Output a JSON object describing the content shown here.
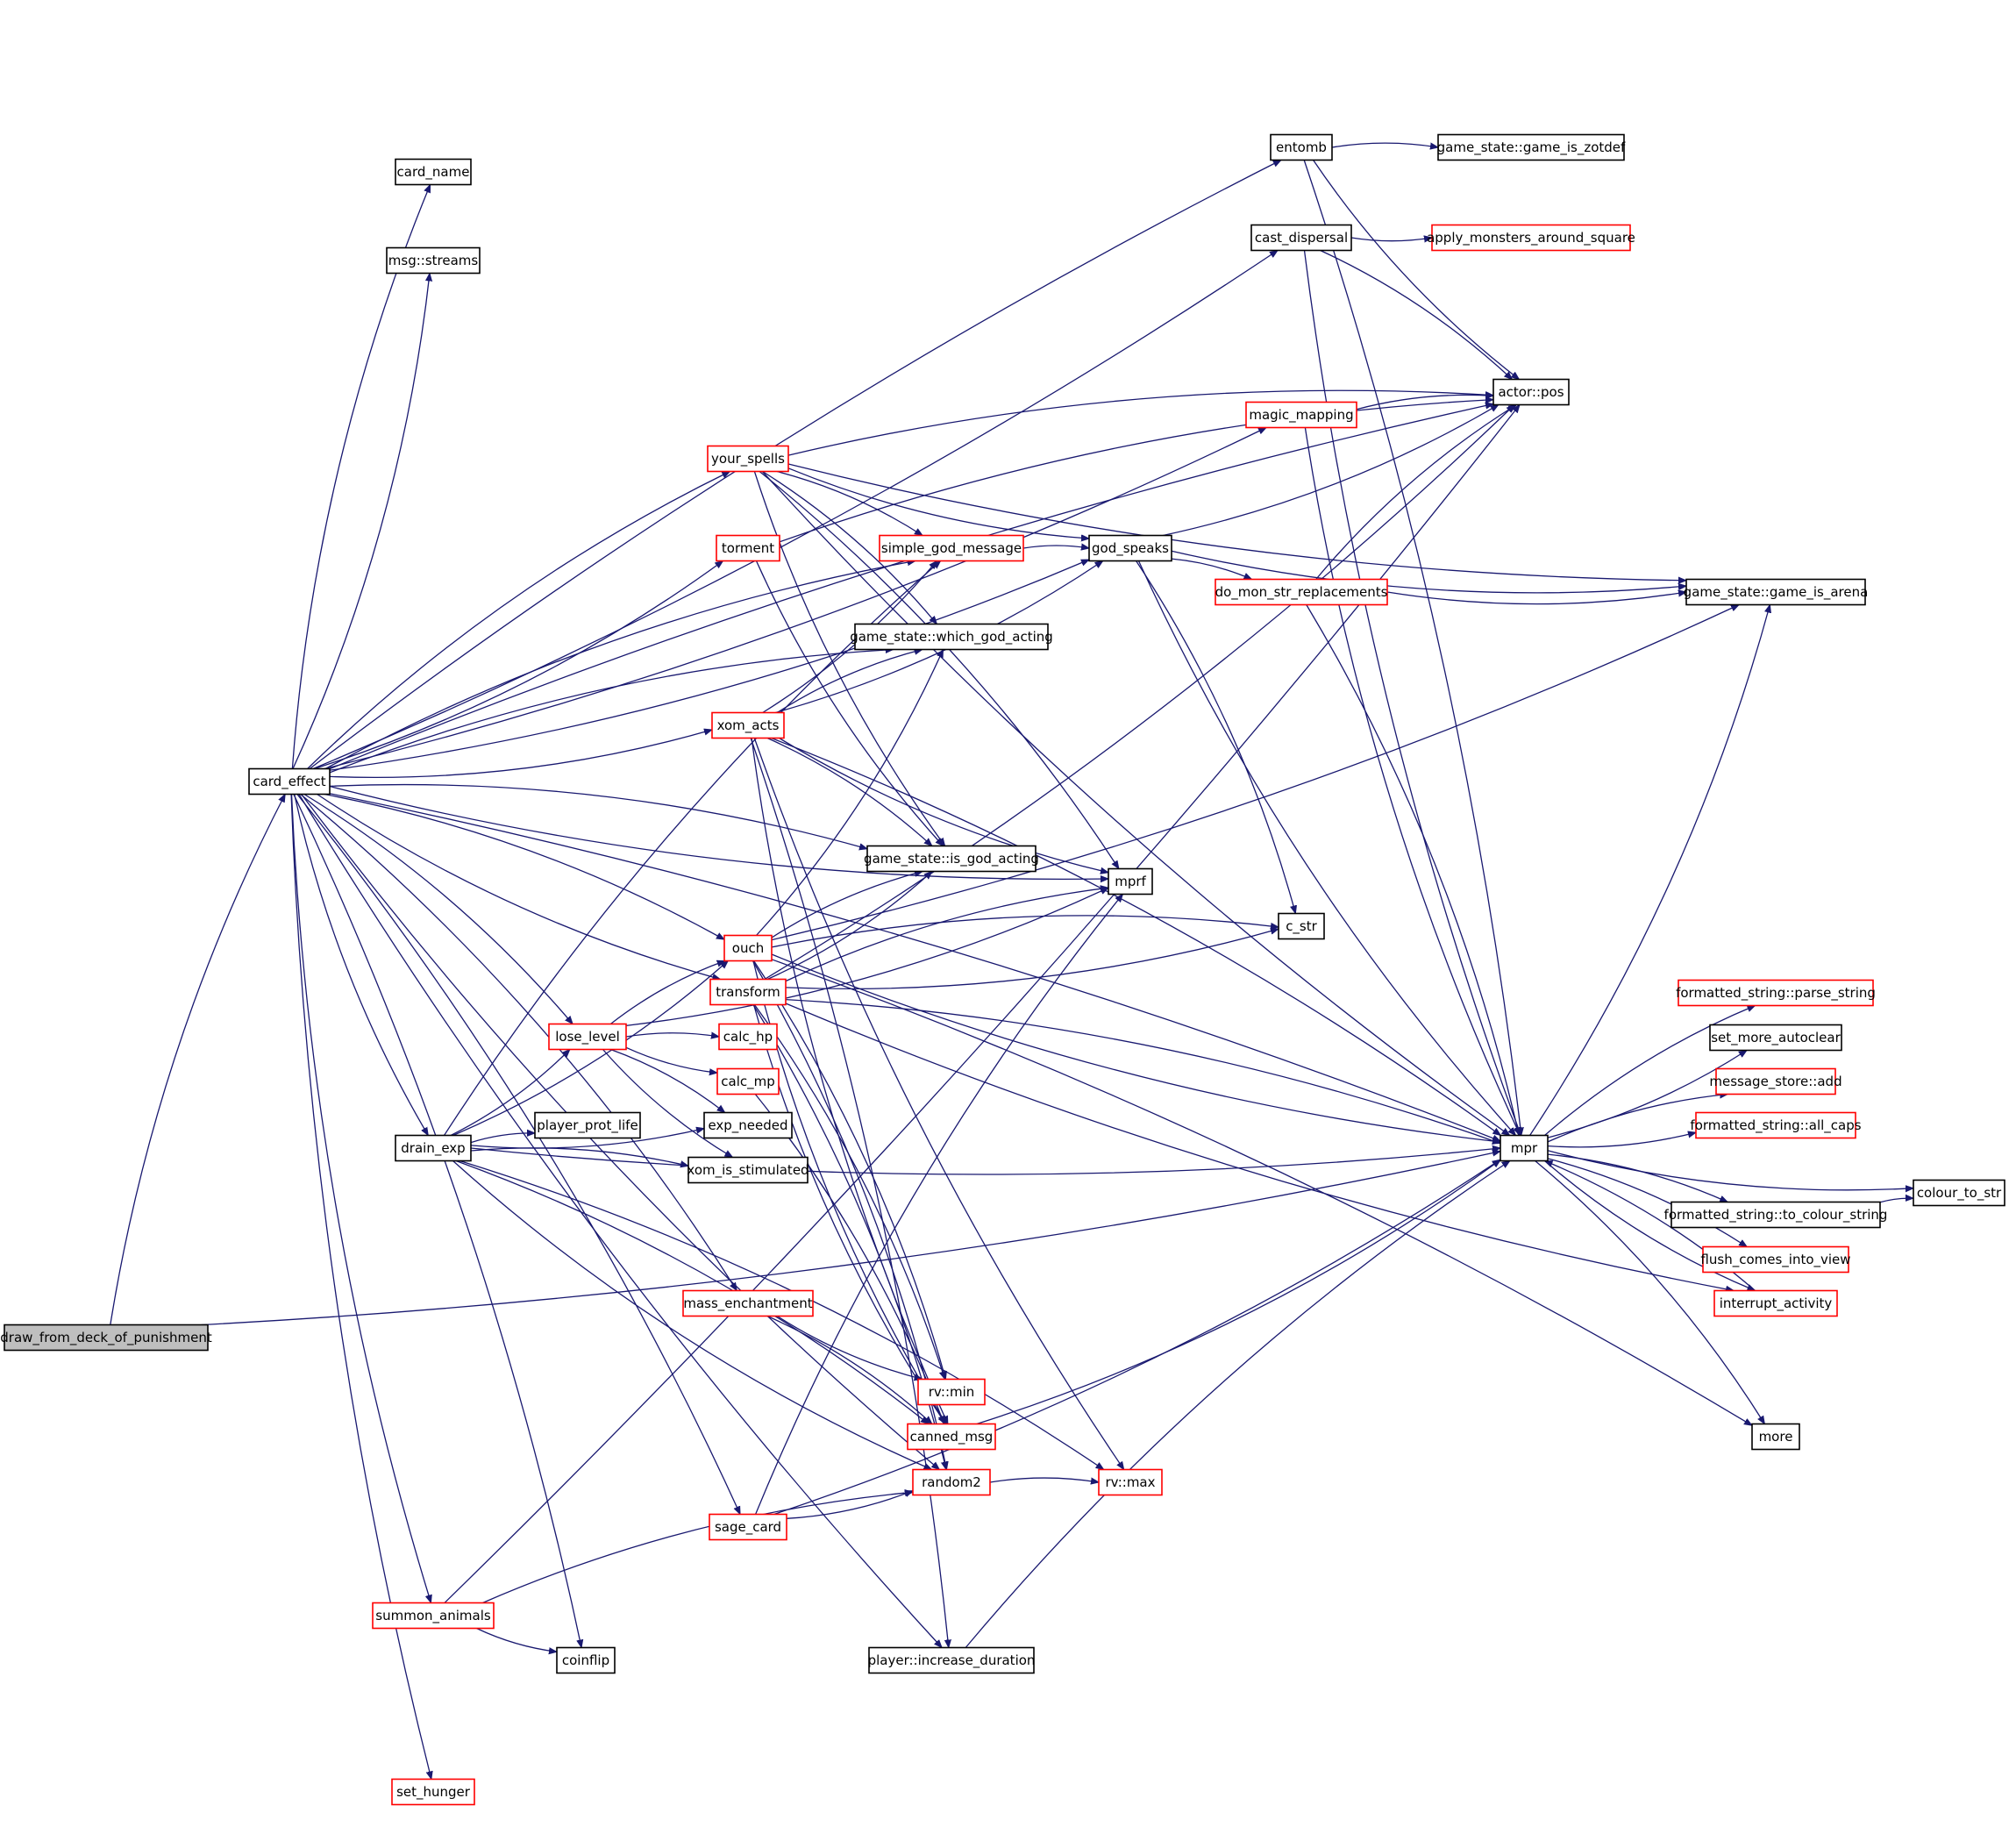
{
  "diagram": {
    "edge_color": "#191970",
    "node_border_default": "#000000",
    "node_border_incomplete": "#ff0000",
    "root_fill": "#bfbfbf",
    "nodes": [
      {
        "id": "draw",
        "label": "draw_from_deck_of_punishment",
        "style": "root"
      },
      {
        "id": "card_effect",
        "label": "card_effect",
        "style": "black"
      },
      {
        "id": "card_name",
        "label": "card_name",
        "style": "black"
      },
      {
        "id": "msg_streams",
        "label": "msg::streams",
        "style": "black"
      },
      {
        "id": "drain_exp",
        "label": "drain_exp",
        "style": "black"
      },
      {
        "id": "summon_animals",
        "label": "summon_animals",
        "style": "red"
      },
      {
        "id": "set_hunger",
        "label": "set_hunger",
        "style": "red"
      },
      {
        "id": "coinflip",
        "label": "coinflip",
        "style": "black"
      },
      {
        "id": "your_spells",
        "label": "your_spells",
        "style": "red"
      },
      {
        "id": "torment",
        "label": "torment",
        "style": "red"
      },
      {
        "id": "xom_acts",
        "label": "xom_acts",
        "style": "red"
      },
      {
        "id": "ouch",
        "label": "ouch",
        "style": "red"
      },
      {
        "id": "transform",
        "label": "transform",
        "style": "red"
      },
      {
        "id": "lose_level",
        "label": "lose_level",
        "style": "red"
      },
      {
        "id": "calc_hp",
        "label": "calc_hp",
        "style": "red"
      },
      {
        "id": "calc_mp",
        "label": "calc_mp",
        "style": "red"
      },
      {
        "id": "exp_needed",
        "label": "exp_needed",
        "style": "black"
      },
      {
        "id": "player_prot_life",
        "label": "player_prot_life",
        "style": "black"
      },
      {
        "id": "xom_is_stimulated",
        "label": "xom_is_stimulated",
        "style": "black"
      },
      {
        "id": "mass_enchantment",
        "label": "mass_enchantment",
        "style": "red"
      },
      {
        "id": "sage_card",
        "label": "sage_card",
        "style": "red"
      },
      {
        "id": "simple_god_message",
        "label": "simple_god_message",
        "style": "red"
      },
      {
        "id": "which_god_acting",
        "label": "game_state::which_god_acting",
        "style": "black"
      },
      {
        "id": "is_god_acting",
        "label": "game_state::is_god_acting",
        "style": "black"
      },
      {
        "id": "rv_min",
        "label": "rv::min",
        "style": "red"
      },
      {
        "id": "canned_msg",
        "label": "canned_msg",
        "style": "red"
      },
      {
        "id": "random2",
        "label": "random2",
        "style": "red"
      },
      {
        "id": "increase_duration",
        "label": "player::increase_duration",
        "style": "black"
      },
      {
        "id": "god_speaks",
        "label": "god_speaks",
        "style": "black"
      },
      {
        "id": "mprf",
        "label": "mprf",
        "style": "black"
      },
      {
        "id": "rv_max",
        "label": "rv::max",
        "style": "red"
      },
      {
        "id": "entomb",
        "label": "entomb",
        "style": "black"
      },
      {
        "id": "cast_dispersal",
        "label": "cast_dispersal",
        "style": "black"
      },
      {
        "id": "magic_mapping",
        "label": "magic_mapping",
        "style": "red"
      },
      {
        "id": "do_mon_str",
        "label": "do_mon_str_replacements",
        "style": "red"
      },
      {
        "id": "c_str",
        "label": "c_str",
        "style": "black"
      },
      {
        "id": "game_is_zotdef",
        "label": "game_state::game_is_zotdef",
        "style": "black"
      },
      {
        "id": "apply_monsters",
        "label": "apply_monsters_around_square",
        "style": "red"
      },
      {
        "id": "actor_pos",
        "label": "actor::pos",
        "style": "black"
      },
      {
        "id": "game_is_arena",
        "label": "game_state::game_is_arena",
        "style": "black"
      },
      {
        "id": "mpr",
        "label": "mpr",
        "style": "black"
      },
      {
        "id": "parse_string",
        "label": "formatted_string::parse_string",
        "style": "red"
      },
      {
        "id": "set_more_autoclear",
        "label": "set_more_autoclear",
        "style": "black"
      },
      {
        "id": "message_store_add",
        "label": "message_store::add",
        "style": "red"
      },
      {
        "id": "all_caps",
        "label": "formatted_string::all_caps",
        "style": "red"
      },
      {
        "id": "to_colour_string",
        "label": "formatted_string::to_colour_string",
        "style": "black"
      },
      {
        "id": "colour_to_str",
        "label": "colour_to_str",
        "style": "black"
      },
      {
        "id": "flush_comes",
        "label": "flush_comes_into_view",
        "style": "red"
      },
      {
        "id": "interrupt_activity",
        "label": "interrupt_activity",
        "style": "red"
      },
      {
        "id": "more",
        "label": "more",
        "style": "black"
      }
    ],
    "edges": [
      [
        "draw",
        "card_effect"
      ],
      [
        "draw",
        "mpr"
      ],
      [
        "card_effect",
        "card_name"
      ],
      [
        "card_effect",
        "msg_streams"
      ],
      [
        "card_effect",
        "entomb"
      ],
      [
        "card_effect",
        "cast_dispersal"
      ],
      [
        "card_effect",
        "actor_pos"
      ],
      [
        "card_effect",
        "magic_mapping"
      ],
      [
        "card_effect",
        "your_spells"
      ],
      [
        "card_effect",
        "torment"
      ],
      [
        "card_effect",
        "simple_god_message"
      ],
      [
        "card_effect",
        "god_speaks"
      ],
      [
        "card_effect",
        "which_god_acting"
      ],
      [
        "card_effect",
        "xom_acts"
      ],
      [
        "card_effect",
        "is_god_acting"
      ],
      [
        "card_effect",
        "mprf"
      ],
      [
        "card_effect",
        "ouch"
      ],
      [
        "card_effect",
        "transform"
      ],
      [
        "card_effect",
        "lose_level"
      ],
      [
        "card_effect",
        "drain_exp"
      ],
      [
        "card_effect",
        "mass_enchantment"
      ],
      [
        "card_effect",
        "random2"
      ],
      [
        "card_effect",
        "sage_card"
      ],
      [
        "card_effect",
        "summon_animals"
      ],
      [
        "card_effect",
        "coinflip"
      ],
      [
        "card_effect",
        "increase_duration"
      ],
      [
        "card_effect",
        "mpr"
      ],
      [
        "card_effect",
        "set_hunger"
      ],
      [
        "entomb",
        "game_is_zotdef"
      ],
      [
        "entomb",
        "actor_pos"
      ],
      [
        "entomb",
        "mpr"
      ],
      [
        "cast_dispersal",
        "apply_monsters"
      ],
      [
        "cast_dispersal",
        "actor_pos"
      ],
      [
        "cast_dispersal",
        "mpr"
      ],
      [
        "magic_mapping",
        "actor_pos"
      ],
      [
        "magic_mapping",
        "mpr"
      ],
      [
        "your_spells",
        "actor_pos"
      ],
      [
        "your_spells",
        "game_is_arena"
      ],
      [
        "your_spells",
        "simple_god_message"
      ],
      [
        "your_spells",
        "god_speaks"
      ],
      [
        "your_spells",
        "which_god_acting"
      ],
      [
        "your_spells",
        "is_god_acting"
      ],
      [
        "your_spells",
        "mprf"
      ],
      [
        "your_spells",
        "mpr"
      ],
      [
        "torment",
        "actor_pos"
      ],
      [
        "torment",
        "is_god_acting"
      ],
      [
        "simple_god_message",
        "god_speaks"
      ],
      [
        "god_speaks",
        "actor_pos"
      ],
      [
        "god_speaks",
        "do_mon_str"
      ],
      [
        "god_speaks",
        "game_is_arena"
      ],
      [
        "god_speaks",
        "c_str"
      ],
      [
        "god_speaks",
        "mpr"
      ],
      [
        "do_mon_str",
        "actor_pos"
      ],
      [
        "do_mon_str",
        "game_is_arena"
      ],
      [
        "do_mon_str",
        "mpr"
      ],
      [
        "xom_acts",
        "simple_god_message"
      ],
      [
        "xom_acts",
        "which_god_acting"
      ],
      [
        "xom_acts",
        "god_speaks"
      ],
      [
        "xom_acts",
        "is_god_acting"
      ],
      [
        "xom_acts",
        "mprf"
      ],
      [
        "xom_acts",
        "mpr"
      ],
      [
        "xom_acts",
        "rv_max"
      ],
      [
        "xom_acts",
        "increase_duration"
      ],
      [
        "xom_acts",
        "canned_msg"
      ],
      [
        "ouch",
        "is_god_acting"
      ],
      [
        "ouch",
        "which_god_acting"
      ],
      [
        "ouch",
        "c_str"
      ],
      [
        "ouch",
        "game_is_arena"
      ],
      [
        "ouch",
        "rv_min"
      ],
      [
        "ouch",
        "canned_msg"
      ],
      [
        "ouch",
        "random2"
      ],
      [
        "ouch",
        "mpr"
      ],
      [
        "ouch",
        "more"
      ],
      [
        "transform",
        "is_god_acting"
      ],
      [
        "transform",
        "mprf"
      ],
      [
        "transform",
        "actor_pos"
      ],
      [
        "transform",
        "mpr"
      ],
      [
        "transform",
        "c_str"
      ],
      [
        "transform",
        "rv_min"
      ],
      [
        "transform",
        "canned_msg"
      ],
      [
        "transform",
        "random2"
      ],
      [
        "transform",
        "interrupt_activity"
      ],
      [
        "lose_level",
        "calc_hp"
      ],
      [
        "lose_level",
        "calc_mp"
      ],
      [
        "lose_level",
        "exp_needed"
      ],
      [
        "lose_level",
        "xom_is_stimulated"
      ],
      [
        "lose_level",
        "ouch"
      ],
      [
        "lose_level",
        "mprf"
      ],
      [
        "calc_mp",
        "canned_msg"
      ],
      [
        "drain_exp",
        "lose_level"
      ],
      [
        "drain_exp",
        "player_prot_life"
      ],
      [
        "drain_exp",
        "exp_needed"
      ],
      [
        "drain_exp",
        "xom_is_stimulated"
      ],
      [
        "drain_exp",
        "ouch"
      ],
      [
        "drain_exp",
        "simple_god_message"
      ],
      [
        "drain_exp",
        "mpr"
      ],
      [
        "drain_exp",
        "canned_msg"
      ],
      [
        "drain_exp",
        "random2"
      ],
      [
        "drain_exp",
        "rv_max"
      ],
      [
        "mass_enchantment",
        "rv_min"
      ],
      [
        "mass_enchantment",
        "canned_msg"
      ],
      [
        "sage_card",
        "random2"
      ],
      [
        "sage_card",
        "mprf"
      ],
      [
        "sage_card",
        "mpr"
      ],
      [
        "random2",
        "rv_max"
      ],
      [
        "canned_msg",
        "mpr"
      ],
      [
        "increase_duration",
        "mpr"
      ],
      [
        "summon_animals",
        "coinflip"
      ],
      [
        "summon_animals",
        "random2"
      ],
      [
        "summon_animals",
        "actor_pos"
      ],
      [
        "mpr",
        "parse_string"
      ],
      [
        "mpr",
        "set_more_autoclear"
      ],
      [
        "mpr",
        "message_store_add"
      ],
      [
        "mpr",
        "all_caps"
      ],
      [
        "mpr",
        "to_colour_string"
      ],
      [
        "mpr",
        "colour_to_str"
      ],
      [
        "mpr",
        "flush_comes"
      ],
      [
        "mpr",
        "interrupt_activity"
      ],
      [
        "mpr",
        "more"
      ],
      [
        "mpr",
        "game_is_arena"
      ],
      [
        "to_colour_string",
        "colour_to_str"
      ],
      [
        "interrupt_activity",
        "mpr"
      ]
    ]
  }
}
